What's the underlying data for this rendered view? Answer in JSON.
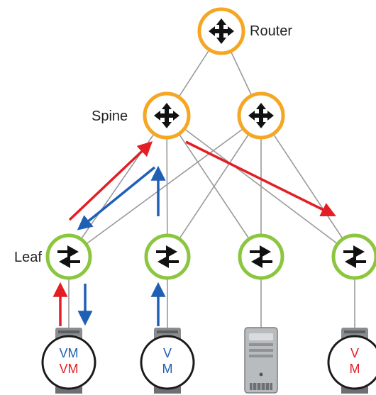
{
  "labels": {
    "router": "Router",
    "spine": "Spine",
    "leaf": "Leaf"
  },
  "vm_hosts": [
    {
      "lines": [
        {
          "text": "VM",
          "color": "#1f5fb4"
        },
        {
          "text": "VM",
          "color": "#e31e24"
        }
      ]
    },
    {
      "lines": [
        {
          "text": "V",
          "color": "#1f5fb4"
        },
        {
          "text": "M",
          "color": "#1f5fb4"
        }
      ]
    },
    {
      "lines": [
        {
          "text": "V",
          "color": "#e31e24"
        },
        {
          "text": "M",
          "color": "#e31e24"
        }
      ]
    }
  ],
  "colors": {
    "router_ring": "#f5a623",
    "spine_ring": "#f5a623",
    "leaf_ring": "#8cc63f",
    "link": "#9a9a9a",
    "red_arrow": "#e31e24",
    "blue_arrow": "#1f5fb4",
    "node_fill": "#ffffff",
    "icon": "#111111"
  },
  "icons": {
    "router": "router-cross-arrows-icon",
    "spine": "switch-cross-arrows-icon",
    "leaf": "switch-exchange-arrows-icon",
    "server": "server-tower-icon"
  }
}
